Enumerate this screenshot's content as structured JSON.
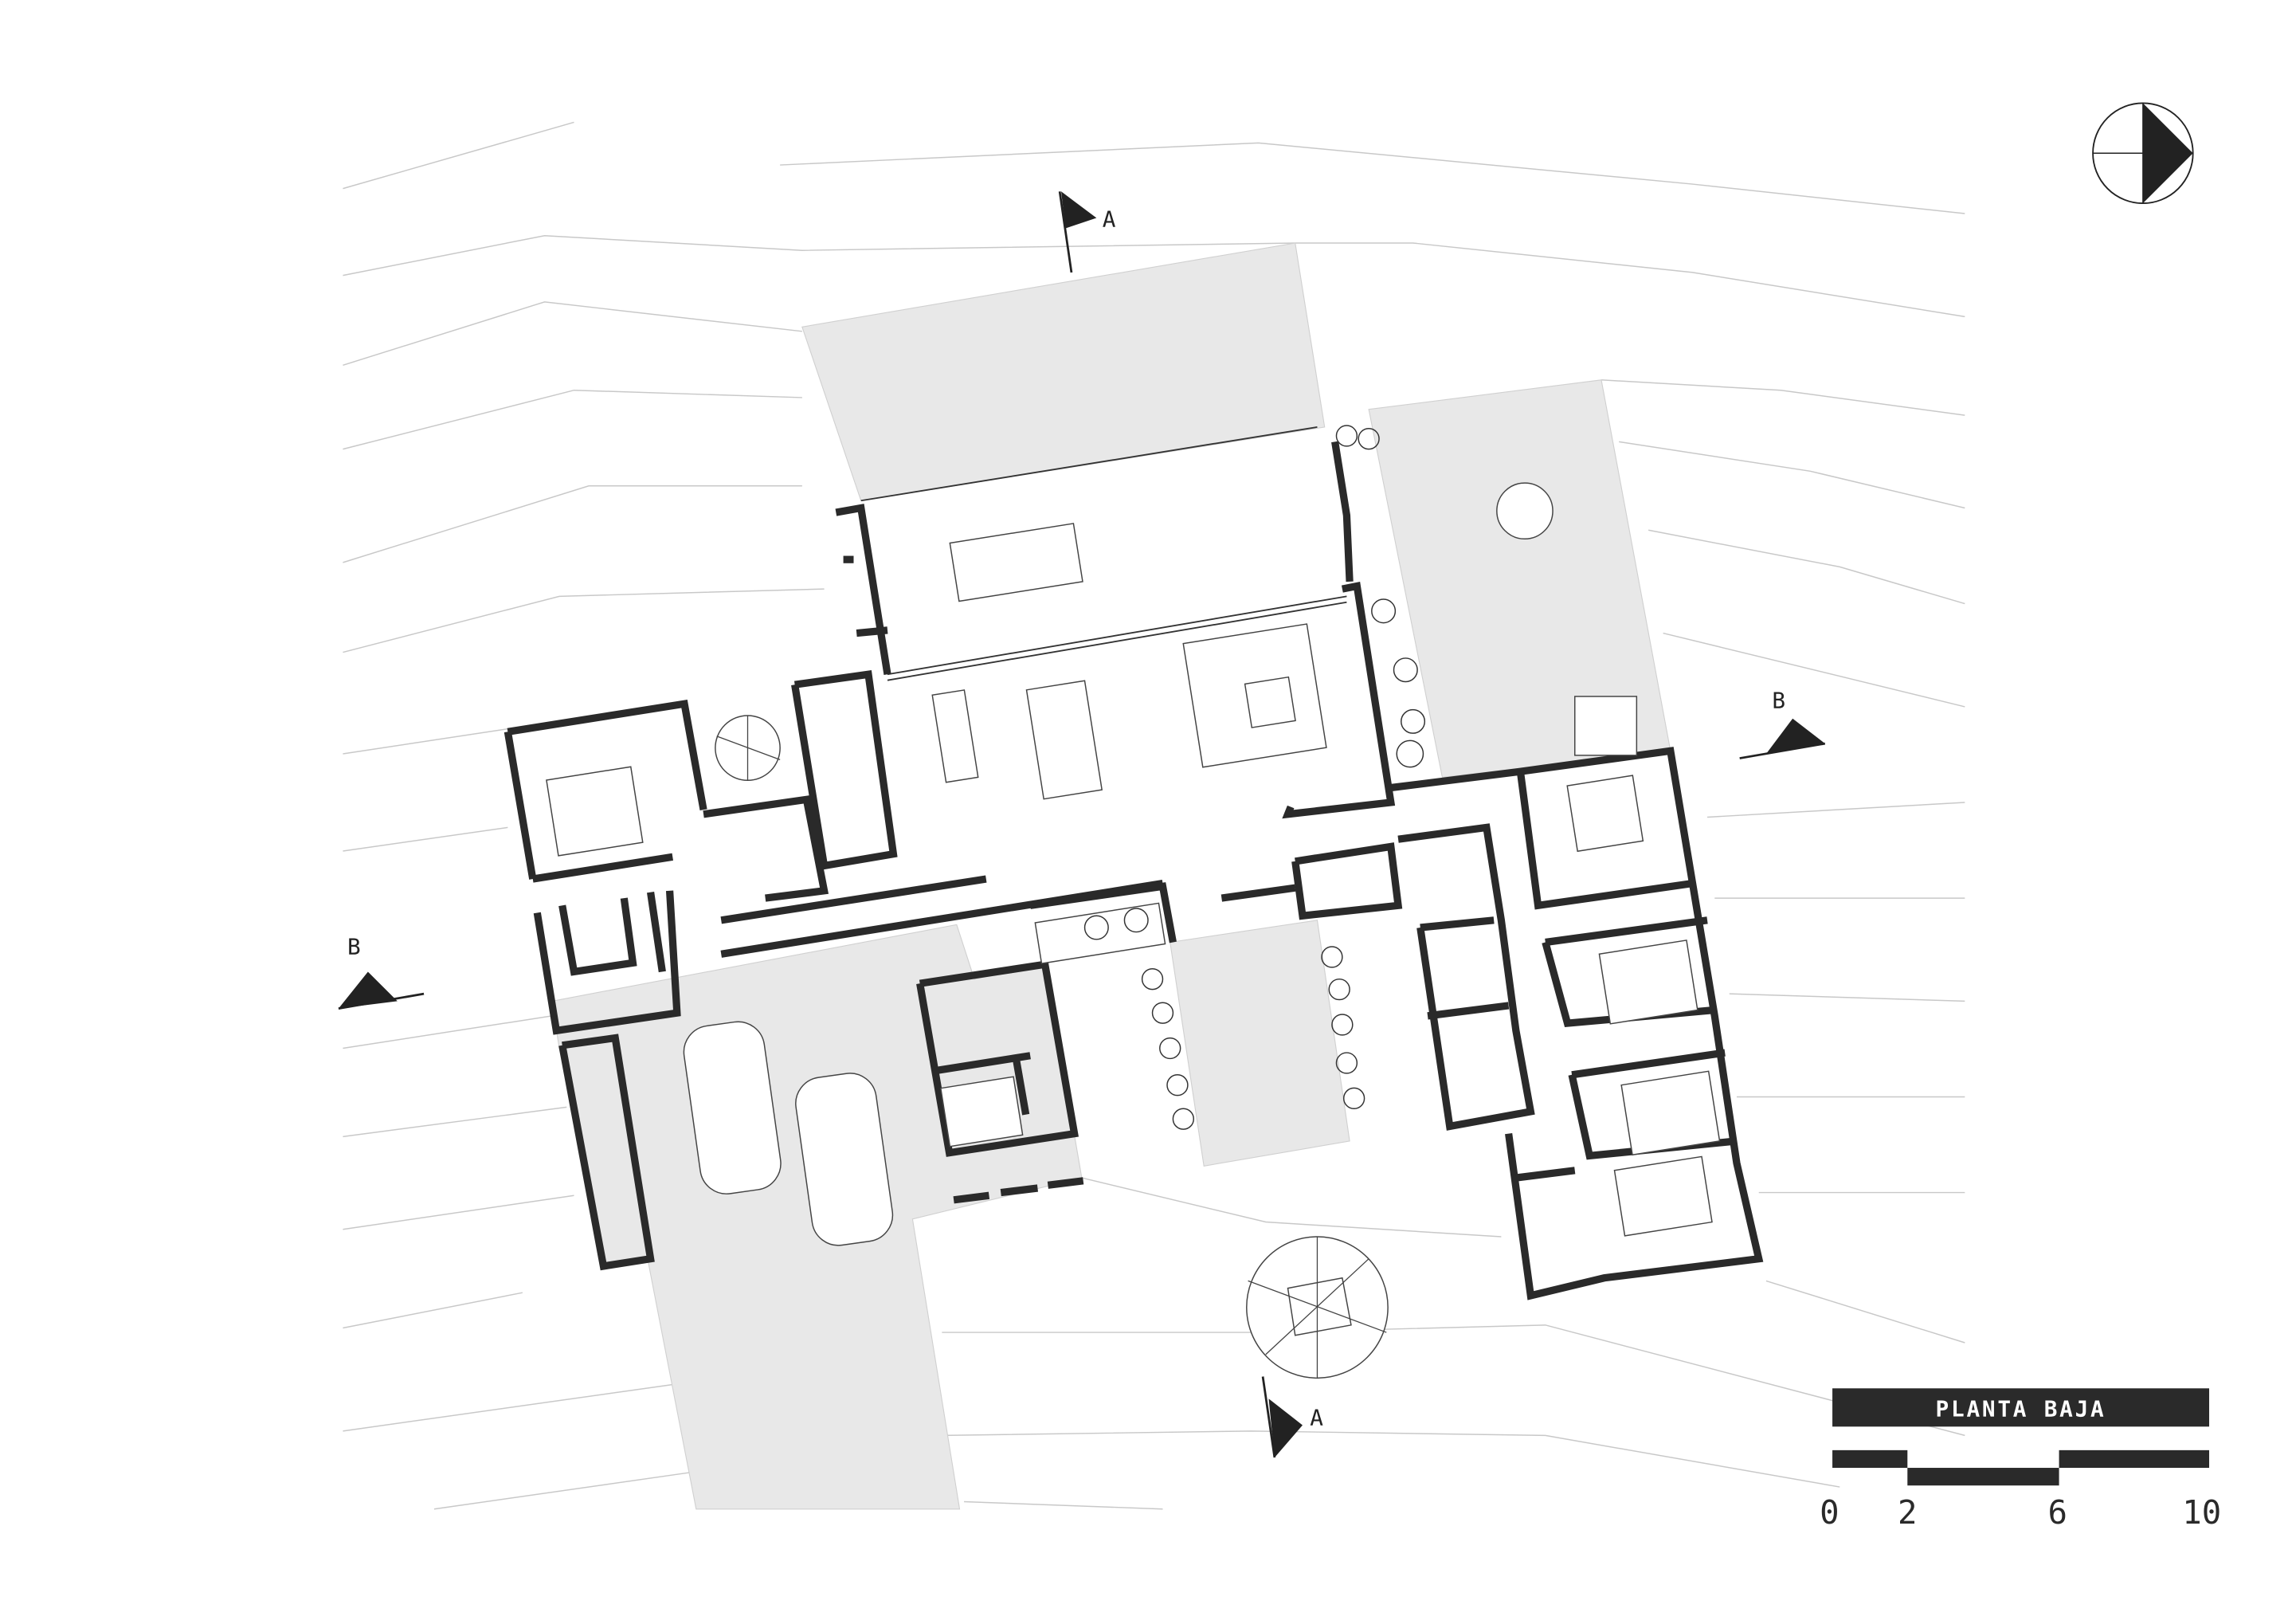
{
  "plan": {
    "title": "PLANTA BAJA",
    "section_marks": {
      "a_top": "A",
      "a_bottom": "A",
      "b_left": "B",
      "b_right": "B"
    },
    "scale_bar": {
      "labels": [
        "0",
        "2",
        "6",
        "10"
      ],
      "unit_segments": [
        [
          0,
          2
        ],
        [
          2,
          6
        ],
        [
          6,
          10
        ]
      ]
    },
    "north_arrow": "north-arrow-icon"
  },
  "colors": {
    "ink": "#2a2a2a",
    "paving": "#e8e8e8",
    "contour": "#c8c8c8",
    "background": "#ffffff"
  }
}
